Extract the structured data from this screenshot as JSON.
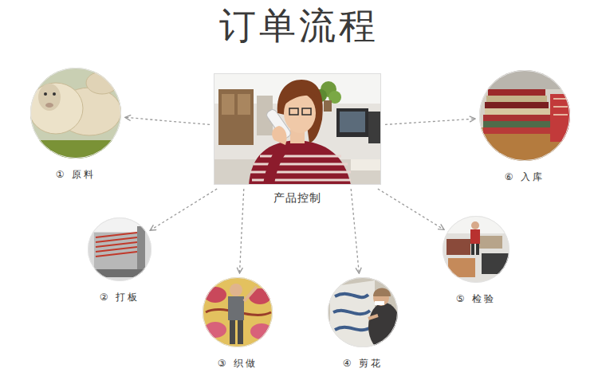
{
  "diagram": {
    "title": "订单流程",
    "nodes": [
      {
        "text": [
          "产品控制"
        ]
      },
      {
        "text": [
          "① 原料"
        ]
      },
      {
        "text": [
          "② 打板"
        ]
      },
      {
        "text": [
          "③ 织做"
        ]
      },
      {
        "text": [
          "④ 剪花"
        ]
      },
      {
        "text": [
          "⑤ 检验"
        ]
      },
      {
        "text": [
          "⑥ 入库"
        ]
      }
    ],
    "edges": [
      {
        "from": 0,
        "to": 1,
        "arrow": "to"
      },
      {
        "from": 0,
        "to": 2,
        "arrow": "to"
      },
      {
        "from": 0,
        "to": 3,
        "arrow": "to"
      },
      {
        "from": 0,
        "to": 4,
        "arrow": "to"
      },
      {
        "from": 0,
        "to": 5,
        "arrow": "to"
      },
      {
        "from": 0,
        "to": 6,
        "arrow": "to"
      }
    ]
  }
}
